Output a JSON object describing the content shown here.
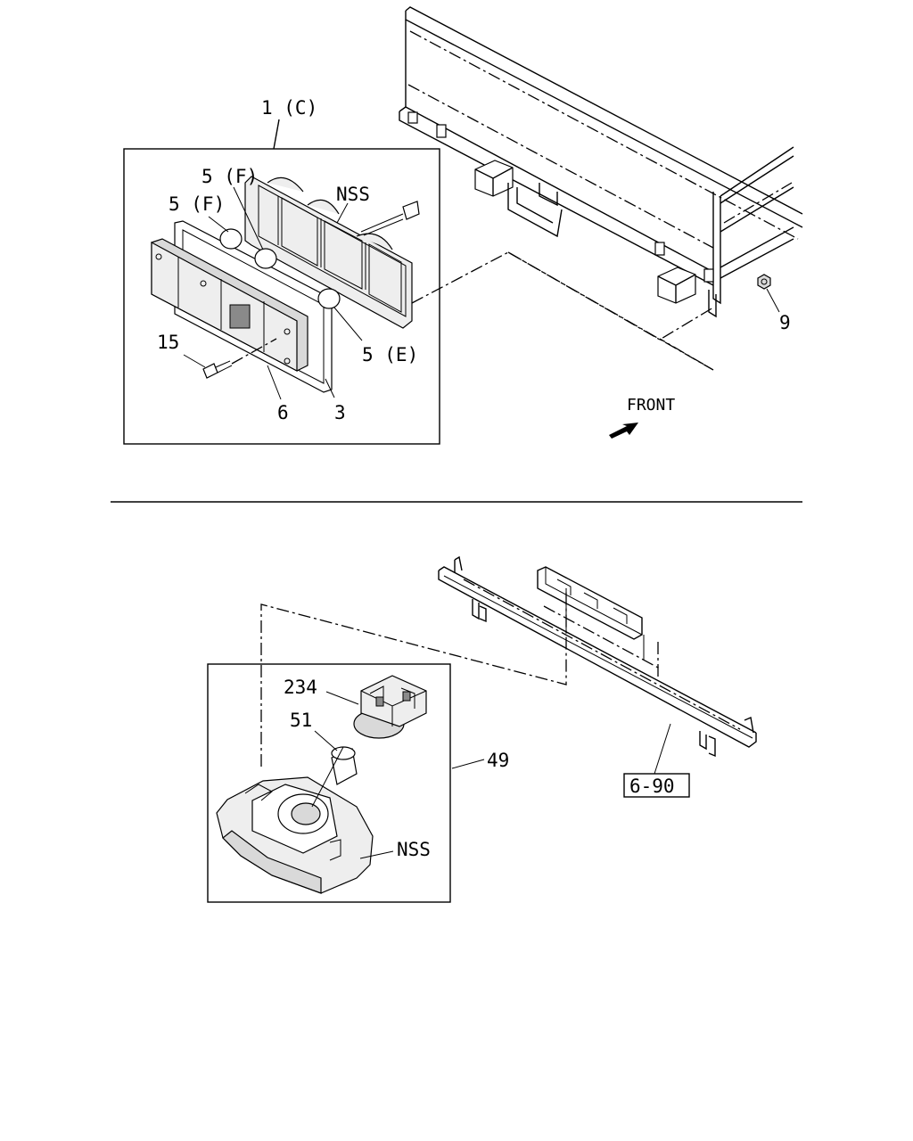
{
  "labels": {
    "assembly_1c": "1 (C)",
    "bulb_5f_a": "5 (F)",
    "bulb_5f_b": "5 (F)",
    "nss_top": "NSS",
    "bulb_5e": "5 (E)",
    "screw_15": "15",
    "lens_6": "6",
    "gasket_3": "3",
    "nut_9": "9",
    "front": "FRONT",
    "socket_234": "234",
    "bulb_51": "51",
    "lamp_49": "49",
    "nss_bottom": "NSS",
    "ref_6_90": "6-90"
  },
  "icons": {
    "front_arrow": "arrow-right-icon"
  },
  "colors": {
    "line": "#000000",
    "background": "#ffffff",
    "shade": "#d9d9d9"
  }
}
